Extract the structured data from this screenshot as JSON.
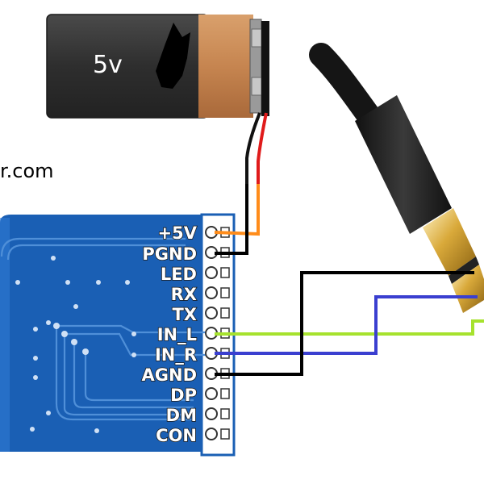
{
  "battery": {
    "label": "5v"
  },
  "watermark": {
    "text": "r.com"
  },
  "module": {
    "pins": [
      {
        "label": "+5V"
      },
      {
        "label": "PGND"
      },
      {
        "label": "LED"
      },
      {
        "label": "RX"
      },
      {
        "label": "TX"
      },
      {
        "label": "IN_L"
      },
      {
        "label": "IN_R"
      },
      {
        "label": "AGND"
      },
      {
        "label": "DP"
      },
      {
        "label": "DM"
      },
      {
        "label": "CON"
      }
    ]
  },
  "colors": {
    "pcb": "#1a5fb4",
    "wire_power": "#ff8c1a",
    "wire_ground": "#000000",
    "wire_left": "#a6e22e",
    "wire_right": "#3a3fd0",
    "battery_body": "#3a3a3a",
    "battery_label": "#c98a52"
  }
}
